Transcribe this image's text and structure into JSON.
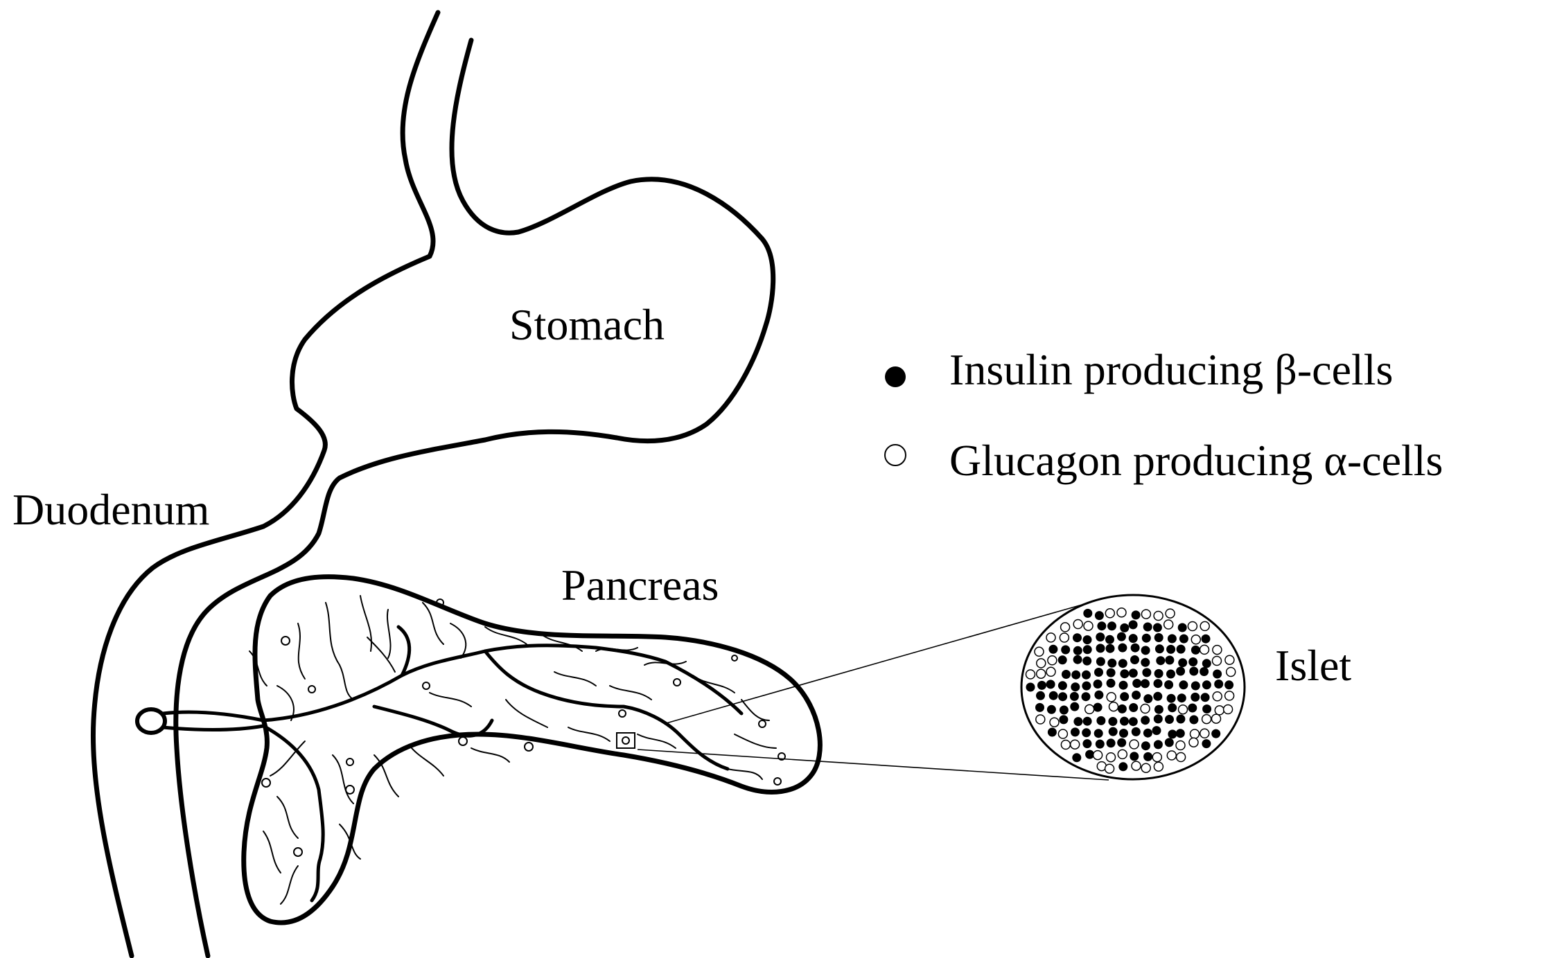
{
  "labels": {
    "stomach": "Stomach",
    "duodenum": "Duodenum",
    "pancreas": "Pancreas",
    "islet": "Islet"
  },
  "legend": [
    {
      "marker": "filled-circle",
      "prefix": "Insulin producing ",
      "greek": "β",
      "suffix": "-cells"
    },
    {
      "marker": "open-circle",
      "prefix": "Glucagon producing ",
      "greek": "α",
      "suffix": "-cells"
    }
  ],
  "colors": {
    "ink": "#000000",
    "paper": "#ffffff"
  }
}
